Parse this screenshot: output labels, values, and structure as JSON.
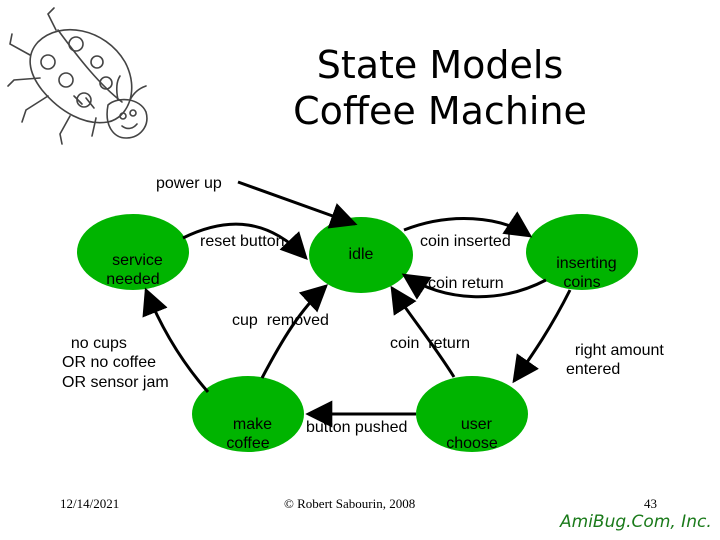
{
  "title": {
    "line1": "State Models",
    "line2": "Coffee Machine"
  },
  "states": {
    "service_needed": {
      "line1": "service",
      "line2": "needed"
    },
    "idle": "idle",
    "inserting_coins": {
      "line1": "inserting",
      "line2": "coins"
    },
    "make_coffee": {
      "line1": "make",
      "line2": "coffee"
    },
    "user_choose": {
      "line1": "user",
      "line2": "choose"
    }
  },
  "transitions": {
    "power_up": "power up",
    "reset_button": "reset button",
    "coin_inserted": "coin inserted",
    "coin_return_1": "coin return",
    "cup_removed": "cup  removed",
    "coin_return_2": "coin  return",
    "right_amount": {
      "line1": "right amount",
      "line2": "entered"
    },
    "button_pushed": "button pushed",
    "no_cups": {
      "line1": "no cups",
      "line2": "OR no coffee",
      "line3": "OR sensor jam"
    }
  },
  "footer": {
    "date": "12/14/2021",
    "copyright": "© Robert Sabourin, 2008",
    "page_number": "43",
    "brand": "AmiBug.Com, Inc."
  },
  "colors": {
    "state_fill": "#00b400",
    "brand": "#1a7a1a"
  },
  "logo": "ladybug-logo"
}
